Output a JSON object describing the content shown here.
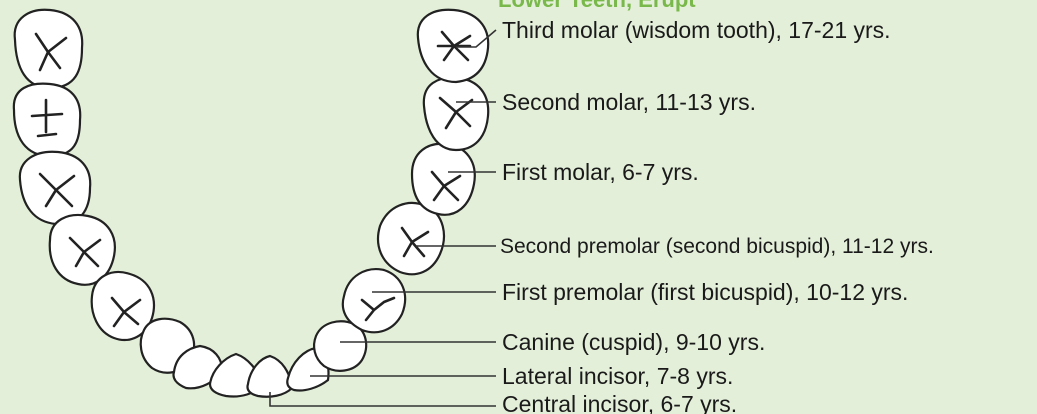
{
  "header": {
    "title": "Lower Teeth, Erupt"
  },
  "colors": {
    "background": "#e3efd9",
    "header": "#79b84a",
    "outline": "#222222"
  },
  "labels": [
    {
      "id": "third-molar",
      "text": "Third molar (wisdom tooth), 17-21 yrs."
    },
    {
      "id": "second-molar",
      "text": "Second molar, 11-13 yrs."
    },
    {
      "id": "first-molar",
      "text": "First molar, 6-7 yrs."
    },
    {
      "id": "second-premolar",
      "text": "Second premolar (second bicuspid), 11-12 yrs."
    },
    {
      "id": "first-premolar",
      "text": "First premolar (first bicuspid), 10-12 yrs."
    },
    {
      "id": "canine",
      "text": "Canine (cuspid), 9-10 yrs."
    },
    {
      "id": "lateral-incisor",
      "text": "Lateral incisor, 7-8 yrs."
    },
    {
      "id": "central-incisor",
      "text": "Central incisor, 6-7 yrs."
    }
  ]
}
